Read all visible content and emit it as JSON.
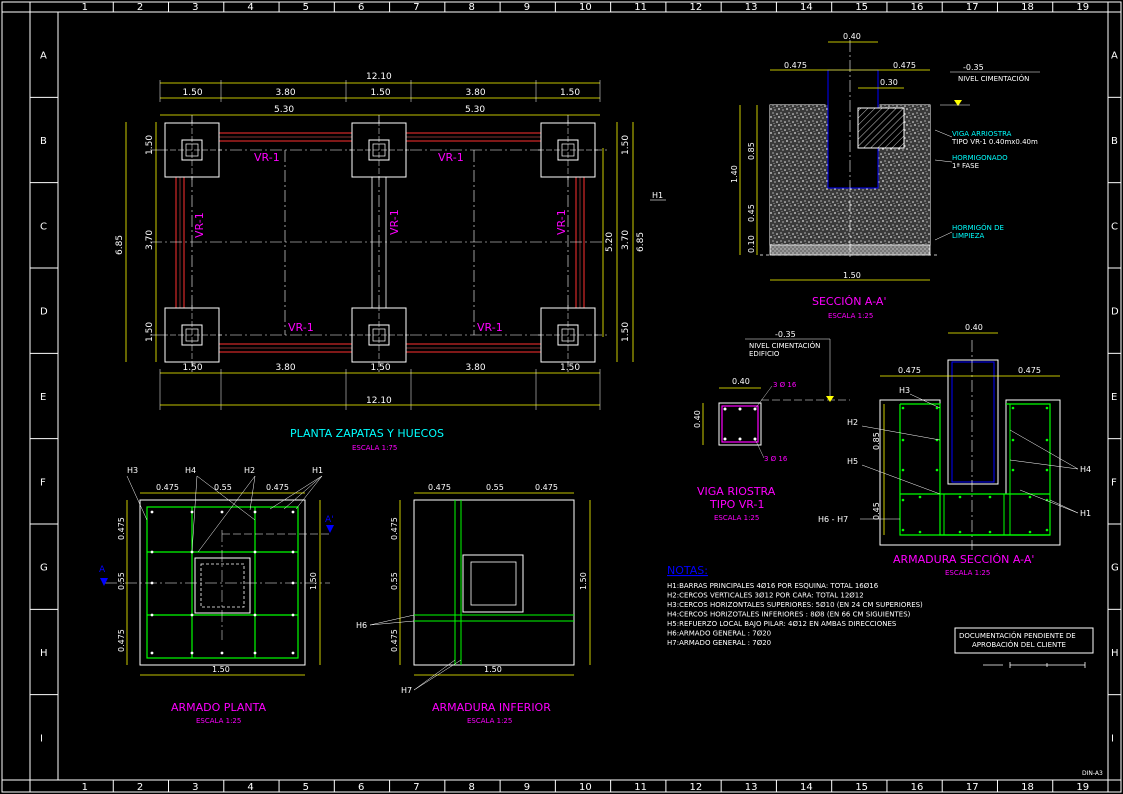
{
  "border": {
    "columns": [
      "1",
      "2",
      "3",
      "4",
      "5",
      "6",
      "7",
      "8",
      "9",
      "10",
      "11",
      "12",
      "13",
      "14",
      "15",
      "16",
      "17",
      "18",
      "19"
    ],
    "rows": [
      "A",
      "B",
      "C",
      "D",
      "E",
      "F",
      "G",
      "H",
      "I"
    ],
    "sheet_code": "DIN-A3"
  },
  "colors": {
    "background": "#000000",
    "lines": "#ffffff",
    "dimension": "#ffff00",
    "titles": "#ff00ff",
    "scale": "#ff00ff",
    "beam": "#ff3030",
    "rebar": "#00ff00",
    "concrete_outline": "#0000ff",
    "notes": "#ffffff",
    "header_notes": "#0000ff",
    "cyan_label": "#00ffff"
  },
  "plan": {
    "title": "PLANTA ZAPATAS Y HUECOS",
    "scale": "ESCALA 1:75",
    "dim_total": "12.10",
    "dim_segments": [
      "1.50",
      "3.80",
      "1.50",
      "3.80",
      "1.50"
    ],
    "dim_axis": [
      "5.30",
      "5.30"
    ],
    "dim_left_total": "6.85",
    "dim_left_segments": [
      "1.50",
      "3.70",
      "1.50"
    ],
    "dim_right_segments": [
      "1.50",
      "3.70",
      "1.50"
    ],
    "dim_right_inner": "5.20",
    "dim_right_total": "6.85",
    "h_label": "H1",
    "beam_label": "VR-1"
  },
  "section_aa": {
    "title": "SECCIÓN A-A'",
    "scale": "ESCALA 1:25",
    "dim_top": "0.40",
    "dim_left": "0.475",
    "dim_right": "0.475",
    "dim_inner": "0.30",
    "level_value": "-0.35",
    "level_label": "NIVEL CIMENTACIÓN",
    "label_beam_1": "VIGA ARRIOSTRA",
    "label_beam_2": "TIPO VR-1 0.40mx0.40m",
    "label_conc_1": "HORMIGONADO",
    "label_conc_2": "1ª FASE",
    "label_clean_1": "HORMIGÓN DE",
    "label_clean_2": "LIMPIEZA",
    "dim_v_total": "1.40",
    "dim_v_a": "0.85",
    "dim_v_b": "0.45",
    "dim_v_c": "0.10",
    "dim_base": "1.50"
  },
  "beam_section": {
    "title_1": "VIGA RIOSTRA",
    "title_2": "TIPO VR-1",
    "scale": "ESCALA 1:25",
    "dim_w": "0.40",
    "dim_h": "0.40",
    "bars_top": "3 Ø 16",
    "bars_bottom": "3 Ø 16",
    "level_value": "-0.35",
    "level_label_1": "NIVEL CIMENTACIÓN",
    "level_label_2": "EDIFICIO"
  },
  "armadura_seccion": {
    "title": "ARMADURA SECCIÓN A-A'",
    "scale": "ESCALA 1:25",
    "dim_top": "0.40",
    "dim_left": "0.475",
    "dim_right": "0.475",
    "dim_v_a": "0.85",
    "dim_v_b": "0.45",
    "labels": [
      "H3",
      "H2",
      "H5",
      "H6 - H7",
      "H4",
      "H1"
    ]
  },
  "armado_planta": {
    "title": "ARMADO PLANTA",
    "scale": "ESCALA 1:25",
    "dims_top": [
      "0.475",
      "0.55",
      "0.475"
    ],
    "dims_left": [
      "0.475",
      "0.55",
      "0.475"
    ],
    "dim_right": "1.50",
    "dim_bottom": "1.50",
    "labels": [
      "H3",
      "H4",
      "H2",
      "H1"
    ],
    "cut_left": "A",
    "cut_right": "A'"
  },
  "armadura_inferior": {
    "title": "ARMADURA INFERIOR",
    "scale": "ESCALA 1:25",
    "dims_top": [
      "0.475",
      "0.55",
      "0.475"
    ],
    "dims_left": [
      "0.475",
      "0.55",
      "0.475"
    ],
    "dim_right": "1.50",
    "dim_bottom": "1.50",
    "label_h6": "H6",
    "label_h7": "H7"
  },
  "notes": {
    "heading": "NOTAS:",
    "lines": [
      "H1:BARRAS PRINCIPALES 4Ø16 POR ESQUINA: TOTAL 16Ø16",
      "H2:CERCOS VERTICALES 3Ø12 POR CARA: TOTAL 12Ø12",
      "H3:CERCOS HORIZONTALES SUPERIORES: 5Ø10 (EN 24 CM SUPERIORES)",
      "H4:CERCOS HORIZOTALES INFERIORES : 8Ø8 (EN 66 CM SIGUIENTES)",
      "H5:REFUERZO LOCAL BAJO PILAR: 4Ø12 EN AMBAS DIRECCIONES",
      "H6:ARMADO GENERAL : 7Ø20",
      "H7:ARMADO GENERAL : 7Ø20"
    ]
  },
  "stamp": {
    "line1": "DOCUMENTACIÓN PENDIENTE DE",
    "line2": "APROBACIÓN DEL CLIENTE"
  }
}
